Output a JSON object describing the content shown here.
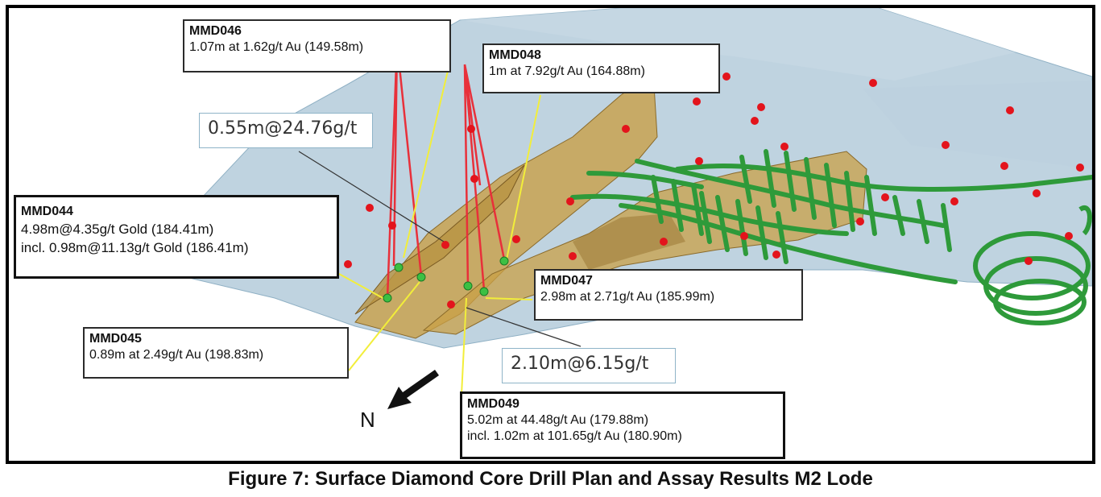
{
  "labels": {
    "mmd046": {
      "title": "MMD046",
      "lines": [
        "1.07m at 1.62g/t Au (149.58m)"
      ]
    },
    "mmd048": {
      "title": "MMD048",
      "lines": [
        "1m at 7.92g/t Au (164.88m)"
      ]
    },
    "mmd044": {
      "title": "MMD044",
      "lines": [
        "4.98m@4.35g/t Gold (184.41m)",
        "incl. 0.98m@11.13g/t Gold (186.41m)"
      ]
    },
    "mmd047": {
      "title": "MMD047",
      "lines": [
        "2.98m at 2.71g/t Au (185.99m)"
      ]
    },
    "mmd045": {
      "title": "MMD045",
      "lines": [
        "0.89m at 2.49g/t Au (198.83m)"
      ]
    },
    "mmd049": {
      "title": "MMD049",
      "lines": [
        "5.02m at 44.48g/t Au (179.88m)",
        "incl. 1.02m at 101.65g/t Au (180.90m)"
      ]
    }
  },
  "callouts": {
    "upper": "0.55m@24.76g/t",
    "lower": "2.10m@6.15g/t"
  },
  "north_label": "N",
  "caption": "Figure 7: Surface Diamond Core Drill Plan and Assay Results M2 Lode",
  "colors": {
    "surface": "#a9c4d6",
    "lode": "#c9a047",
    "workings": "#2e9a3a",
    "drillhole": "#e8303a",
    "leader": "#f2ee3a",
    "collar": "#e3141c"
  }
}
